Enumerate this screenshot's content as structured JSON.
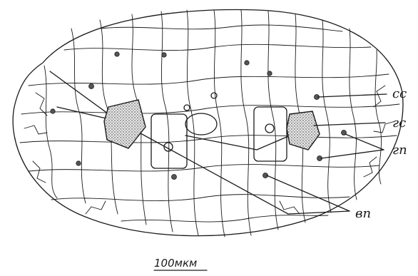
{
  "labels": {
    "cc": "сс",
    "gc": "гс",
    "gn": "гп",
    "vn": "вп"
  },
  "scale_bar": {
    "text": "100мкм"
  }
}
